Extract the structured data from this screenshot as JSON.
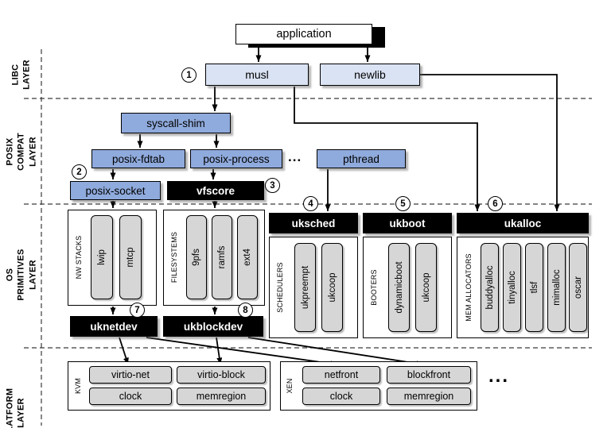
{
  "layers": {
    "libc": "LIBC\nLAYER",
    "posix": "POSIX\nCOMPAT LAYER",
    "os": "OS PRIMITIVES\nLAYER",
    "platform": "PLATFORM\nLAYER"
  },
  "nodes": {
    "application": "application",
    "musl": "musl",
    "newlib": "newlib",
    "syscall_shim": "syscall-shim",
    "posix_fdtab": "posix-fdtab",
    "posix_process": "posix-process",
    "pthread": "pthread",
    "posix_socket": "posix-socket",
    "vfscore": "vfscore",
    "uksched": "uksched",
    "ukboot": "ukboot",
    "ukalloc": "ukalloc",
    "uknetdev": "uknetdev",
    "ukblockdev": "ukblockdev"
  },
  "groups": {
    "nw_stacks": {
      "label": "NW STACKS",
      "items": [
        "lwip",
        "mtcp"
      ]
    },
    "filesystems": {
      "label": "FILESYSTEMS",
      "items": [
        "9pfs",
        "ramfs",
        "ext4"
      ]
    },
    "schedulers": {
      "label": "SCHEDULERS",
      "items": [
        "ukpreempt",
        "ukcoop"
      ]
    },
    "booters": {
      "label": "BOOTERS",
      "items": [
        "dynamicboot",
        "ukcoop"
      ]
    },
    "mem_allocators": {
      "label": "MEM ALLOCATORS",
      "items": [
        "buddyalloc",
        "tinyalloc",
        "tlsf",
        "mimalloc",
        "oscar"
      ]
    },
    "kvm": {
      "label": "KVM",
      "items": [
        "virtio-net",
        "virtio-block",
        "clock",
        "memregion"
      ]
    },
    "xen": {
      "label": "XEN",
      "items": [
        "netfront",
        "blockfront",
        "clock",
        "memregion"
      ]
    }
  },
  "steps": [
    "1",
    "2",
    "3",
    "4",
    "5",
    "6",
    "7",
    "8"
  ],
  "ellipsis": {
    "posix": "...",
    "platform": "..."
  },
  "colors": {
    "light_blue": "#dae3f3",
    "medium_blue": "#8faadc",
    "black_box": "#000000",
    "gray_box": "#d6d6d6",
    "background": "#ffffff"
  }
}
